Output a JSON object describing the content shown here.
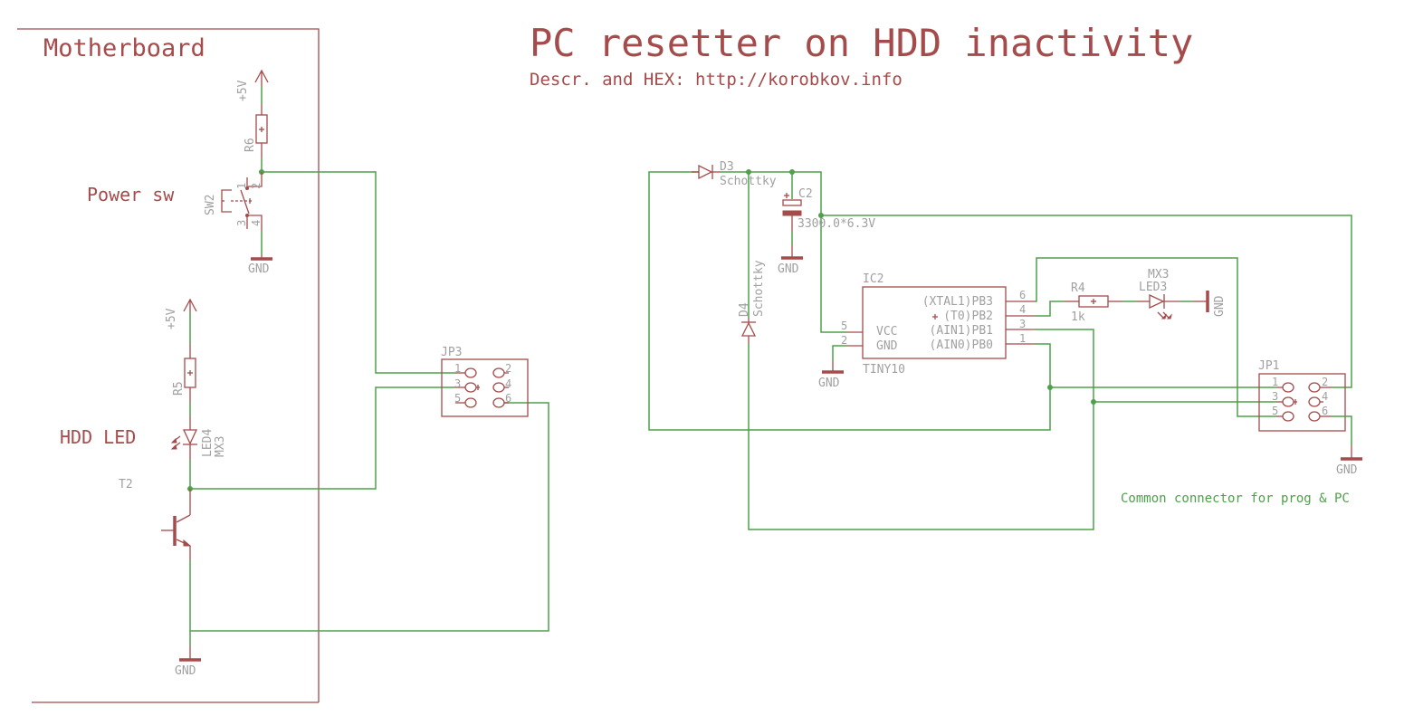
{
  "title": "PC resetter on HDD inactivity",
  "subtitle": "Descr. and HEX: http://korobkov.info",
  "frame": {
    "label": "Motherboard"
  },
  "labels": {
    "power_sw": "Power sw",
    "hdd_led": "HDD LED",
    "common_connector": "Common connector for prog & PC"
  },
  "components": {
    "r6": {
      "name": "R6"
    },
    "r5": {
      "name": "R5"
    },
    "r4": {
      "name": "R4",
      "value": "1k"
    },
    "sw2": {
      "name": "SW2",
      "pins": [
        "1",
        "2",
        "3",
        "4"
      ]
    },
    "led4": {
      "name": "LED4",
      "value": "MX3"
    },
    "led3": {
      "name": "LED3",
      "value": "MX3"
    },
    "t2": {
      "name": "T2"
    },
    "d3": {
      "name": "D3",
      "value": "Schottky"
    },
    "d4": {
      "name": "D4",
      "value": "Schottky"
    },
    "c2": {
      "name": "C2",
      "value": "3300.0*6.3V"
    },
    "ic2": {
      "name": "IC2",
      "value": "TINY10",
      "left_pins": [
        {
          "num": "5",
          "label": "VCC"
        },
        {
          "num": "2",
          "label": "GND"
        }
      ],
      "right_pins": [
        {
          "num": "6",
          "label": "(XTAL1)PB3"
        },
        {
          "num": "4",
          "label": "(T0)PB2"
        },
        {
          "num": "3",
          "label": "(AIN1)PB1"
        },
        {
          "num": "1",
          "label": "(AIN0)PB0"
        }
      ]
    },
    "jp3": {
      "name": "JP3",
      "pins": [
        "1",
        "2",
        "3",
        "4",
        "5",
        "6"
      ]
    },
    "jp1": {
      "name": "JP1",
      "pins": [
        "1",
        "2",
        "3",
        "4",
        "5",
        "6"
      ]
    }
  },
  "supplies": {
    "vcc": "+5V",
    "gnd": "GND"
  }
}
